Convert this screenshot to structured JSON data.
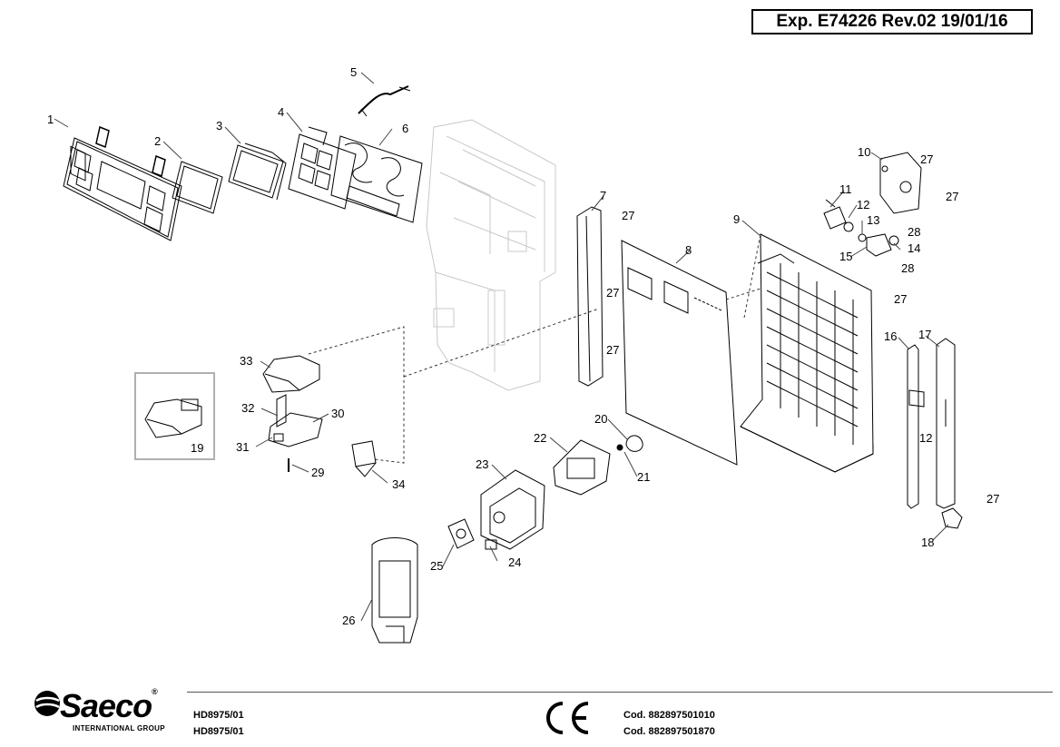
{
  "header": {
    "reference": "Exp. E74226 Rev.02 19/01/16"
  },
  "brand": {
    "name": "Saeco",
    "subtitle": "INTERNATIONAL GROUP",
    "registered": "®"
  },
  "models": [
    "HD8975/01",
    "HD8975/01"
  ],
  "codes": [
    "Cod. 882897501010",
    "Cod. 882897501870"
  ],
  "certification": "CE",
  "part_numbers": {
    "p1": "1",
    "p2": "2",
    "p3": "3",
    "p4": "4",
    "p5": "5",
    "p6": "6",
    "p7": "7",
    "p8": "8",
    "p9": "9",
    "p10": "10",
    "p11": "11",
    "p12": "12",
    "p12b": "12",
    "p13": "13",
    "p14": "14",
    "p15": "15",
    "p16": "16",
    "p17": "17",
    "p18": "18",
    "p19": "19",
    "p20": "20",
    "p21": "21",
    "p22": "22",
    "p23": "23",
    "p24": "24",
    "p25": "25",
    "p26": "26",
    "p27a": "27",
    "p27b": "27",
    "p27c": "27",
    "p27d": "27",
    "p27e": "27",
    "p27f": "27",
    "p27g": "27",
    "p28a": "28",
    "p28b": "28",
    "p29": "29",
    "p30": "30",
    "p31": "31",
    "p32": "32",
    "p33": "33",
    "p34": "34"
  }
}
